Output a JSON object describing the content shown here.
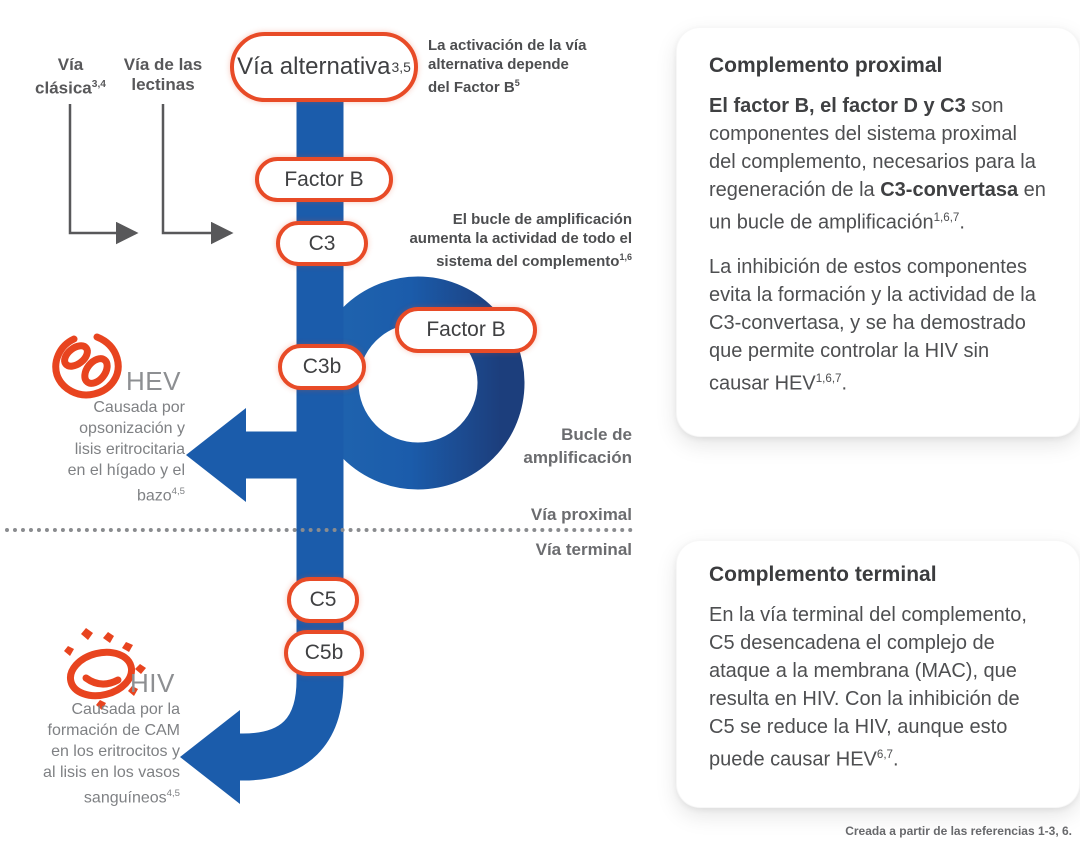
{
  "colors": {
    "flow_blue": "#1b5cab",
    "flow_blue_dark": "#1c3e7c",
    "accent_orange": "#e84b27",
    "text_dark": "#3f4042",
    "text_gray": "#6b6c6f"
  },
  "top_labels": {
    "classic_l1": "Vía",
    "classic_l2": "clásica",
    "classic_sup": "3,4",
    "lectin_l1": "Vía de las",
    "lectin_l2": "lectinas"
  },
  "nodes": {
    "via_alternativa": {
      "label": "Vía alternativa",
      "sup": "3,5"
    },
    "factor_b_top": {
      "label": "Factor B",
      "sup": ""
    },
    "c3": {
      "label": "C3",
      "sup": ""
    },
    "factor_b_loop": {
      "label": "Factor B",
      "sup": ""
    },
    "c3b": {
      "label": "C3b",
      "sup": ""
    },
    "c5": {
      "label": "C5",
      "sup": ""
    },
    "c5b": {
      "label": "C5b",
      "sup": ""
    }
  },
  "annotations": {
    "activation": {
      "l1": "La activación de la vía",
      "l2": "alternativa depende",
      "l3": "del Factor B",
      "sup": "5"
    },
    "loop_note": {
      "l1": "El bucle de amplificación",
      "l2": "aumenta la actividad de todo el",
      "l3": "sistema del complemento",
      "sup": "1,6"
    },
    "loop_label_l1": "Bucle de",
    "loop_label_l2": "amplificación",
    "via_proximal": "Vía proximal",
    "via_terminal": "Vía terminal"
  },
  "hev": {
    "title": "HEV",
    "l1": "Causada por",
    "l2": "opsonización y",
    "l3": "lisis eritrocitaria",
    "l4": "en el hígado y el",
    "l5": "bazo",
    "sup": "4,5"
  },
  "hiv": {
    "title": "HIV",
    "l1": "Causada por la",
    "l2": "formación de CAM",
    "l3": "en los eritrocitos y",
    "l4": "al lisis en los vasos",
    "l5": "sanguíneos",
    "sup": "4,5"
  },
  "cards": {
    "proximal": {
      "title": "Complemento proximal",
      "p1_bold1": "El factor B, el factor D y C3",
      "p1_text1": " son componentes del sistema proximal del complemento, necesarios para la regeneración de la ",
      "p1_bold2": "C3-convertasa",
      "p1_text2": " en un bucle de amplificación",
      "p1_sup": "1,6,7",
      "p1_period": ".",
      "p2": "La inhibición de estos componentes evita la formación y la actividad de la C3-convertasa, y se ha demostrado que permite controlar la HIV sin causar HEV",
      "p2_sup": "1,6,7",
      "p2_period": "."
    },
    "terminal": {
      "title": "Complemento terminal",
      "p1": "En la vía terminal del complemento, C5 desencadena el complejo de ataque a la membrana (MAC), que resulta en HIV. Con la inhibición de C5 se reduce la HIV, aunque esto puede causar HEV",
      "p1_sup": "6,7",
      "p1_period": "."
    }
  },
  "footer": "Creada a partir de las referencias 1-3, 6."
}
